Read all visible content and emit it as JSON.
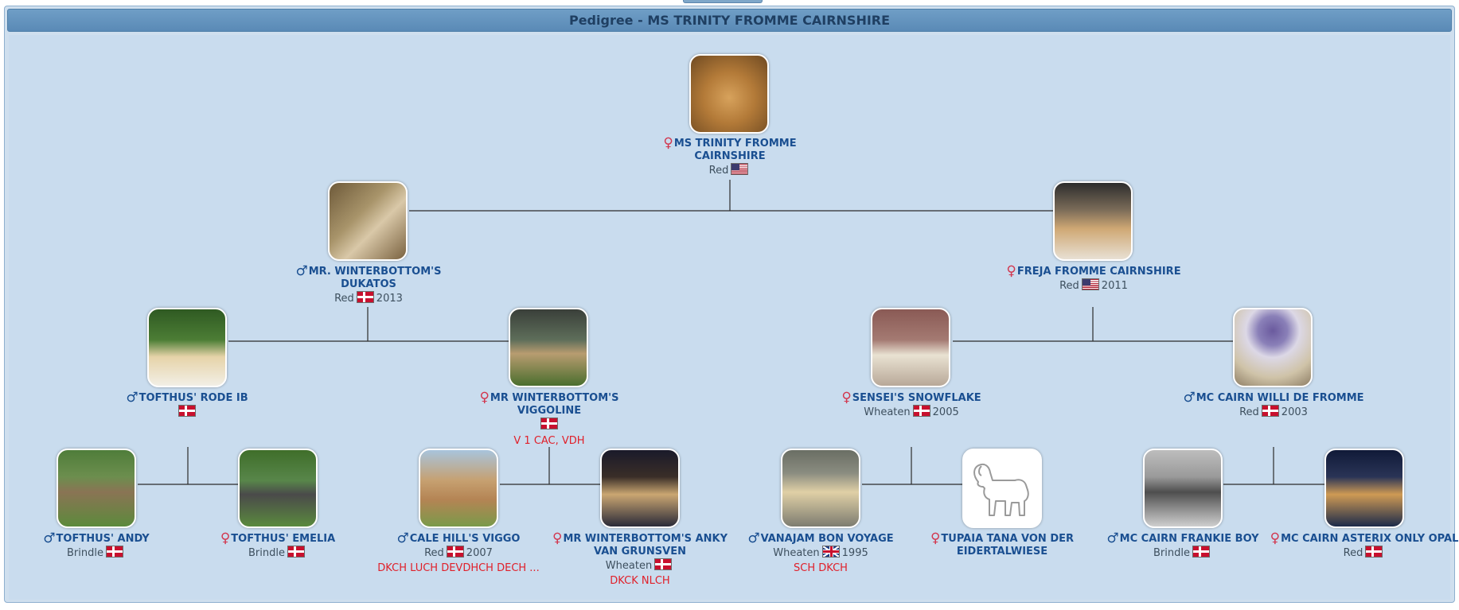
{
  "header": {
    "title": "Pedigree - MS TRINITY FROMME CAIRNSHIRE"
  },
  "colors": {
    "panel_bg": "#c9dcee",
    "header_bg": "#5a8ab6",
    "name": "#1a4f91",
    "male": "#1a4f91",
    "female": "#d2374f",
    "title": "#e0202a"
  },
  "dogs": {
    "subject": {
      "sex": "♀",
      "name": "MS TRINITY FROMME CAIRNSHIRE",
      "color": "Red",
      "flag": "us-flag",
      "year": "",
      "titles": "",
      "photo": "dog-photo"
    },
    "sire": {
      "sex": "♂",
      "name": "MR. WINTERBOTTOM'S DUKATOS",
      "color": "Red",
      "flag": "dk-flag",
      "year": "2013",
      "titles": "",
      "photo": "dog-photo"
    },
    "dam": {
      "sex": "♀",
      "name": "FREJA FROMME CAIRNSHIRE",
      "color": "Red",
      "flag": "us-flag",
      "year": "2011",
      "titles": "",
      "photo": "dog-photo"
    },
    "ss": {
      "sex": "♂",
      "name": "TOFTHUS' RODE IB",
      "color": "",
      "flag": "dk-flag",
      "year": "",
      "titles": "",
      "photo": "dog-photo"
    },
    "sd": {
      "sex": "♀",
      "name": "MR WINTERBOTTOM'S VIGGOLINE",
      "color": "",
      "flag": "dk-flag",
      "year": "",
      "titles": "V 1 CAC, VDH",
      "photo": "dog-photo"
    },
    "ds": {
      "sex": "♀",
      "name": "SENSEI'S SNOWFLAKE",
      "color": "Wheaten",
      "flag": "dk-flag",
      "year": "2005",
      "titles": "",
      "photo": "dog-photo"
    },
    "dd": {
      "sex": "♂",
      "name": "MC CAIRN WILLI DE FROMME",
      "color": "Red",
      "flag": "dk-flag",
      "year": "2003",
      "titles": "",
      "photo": "dog-photo"
    },
    "sss": {
      "sex": "♂",
      "name": "TOFTHUS' ANDY",
      "color": "Brindle",
      "flag": "dk-flag",
      "year": "",
      "titles": "",
      "photo": "dog-photo"
    },
    "ssd": {
      "sex": "♀",
      "name": "TOFTHUS' EMELIA",
      "color": "Brindle",
      "flag": "dk-flag",
      "year": "",
      "titles": "",
      "photo": "dog-photo"
    },
    "sds": {
      "sex": "♂",
      "name": "CALE HILL'S VIGGO",
      "color": "Red",
      "flag": "dk-flag",
      "year": "2007",
      "titles": "DKCH LUCH DEVDHCH DECH ...",
      "photo": "dog-photo"
    },
    "sdd": {
      "sex": "♀",
      "name": "MR WINTERBOTTOM'S ANKY VAN GRUNSVEN",
      "color": "Wheaten",
      "flag": "dk-flag",
      "year": "",
      "titles": "DKCK NLCH",
      "photo": "dog-photo"
    },
    "dss": {
      "sex": "♂",
      "name": "VANAJAM BON VOYAGE",
      "color": "Wheaten",
      "flag": "gb-flag",
      "year": "1995",
      "titles": "SCH DKCH",
      "photo": "dog-photo"
    },
    "dsd": {
      "sex": "♀",
      "name": "TUPAIA TANA VON DER EIDERTALWIESE",
      "color": "",
      "flag": "",
      "year": "",
      "titles": "",
      "photo": "dog-outline-placeholder-icon"
    },
    "dds": {
      "sex": "♂",
      "name": "MC CAIRN FRANKIE BOY",
      "color": "Brindle",
      "flag": "dk-flag",
      "year": "",
      "titles": "",
      "photo": "dog-photo"
    },
    "ddd": {
      "sex": "♀",
      "name": "MC CAIRN ASTERIX ONLY OPAL",
      "color": "Red",
      "flag": "dk-flag",
      "year": "",
      "titles": "",
      "photo": "dog-photo"
    }
  }
}
